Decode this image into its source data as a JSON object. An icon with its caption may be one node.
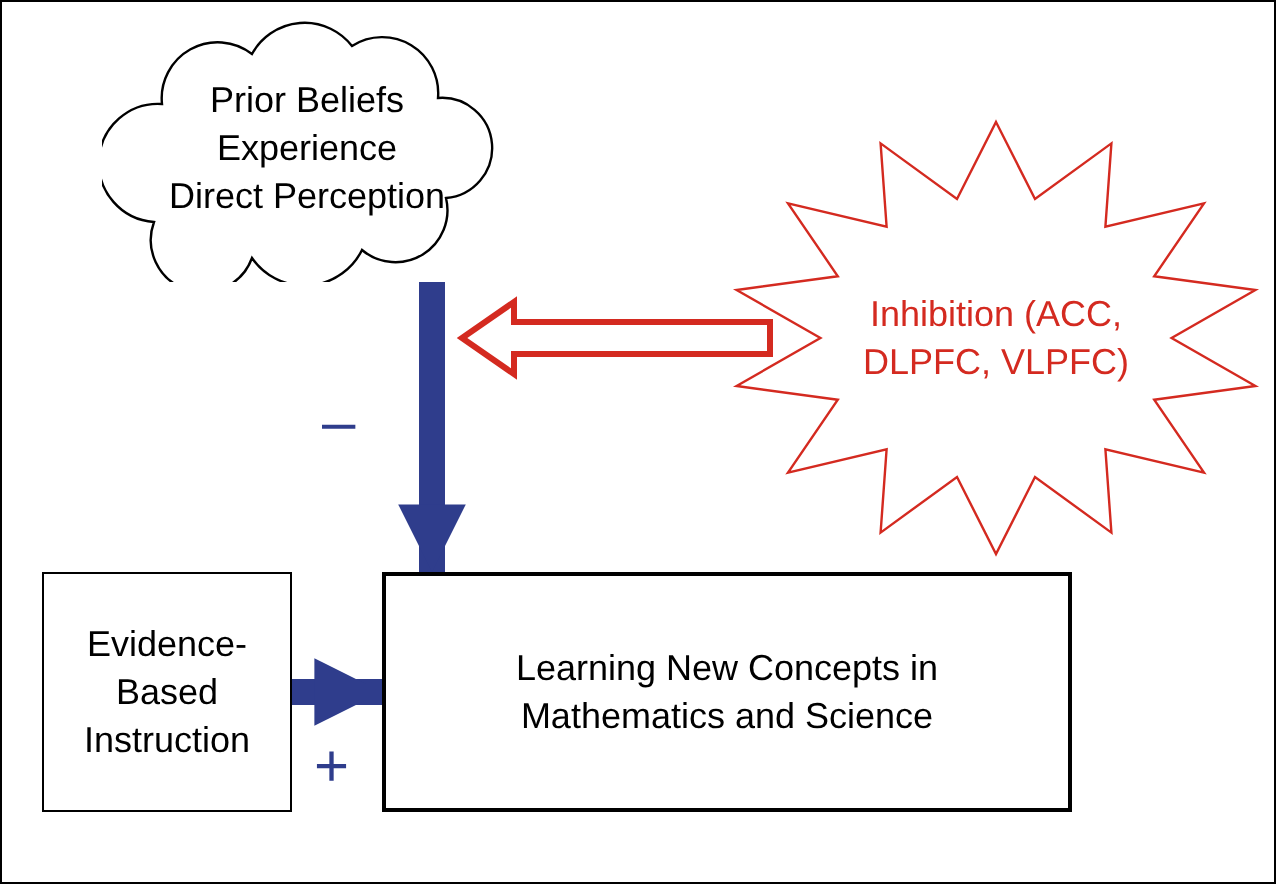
{
  "diagram": {
    "nodes": [
      {
        "text": [
          "Prior Beliefs",
          "Experience",
          "Direct Perception"
        ]
      },
      {
        "text": [
          "Inhibition (ACC, DLPFC, VLPFC)"
        ]
      },
      {
        "text": [
          "Evidence-Based Instruction"
        ]
      },
      {
        "text": [
          "Learning New Concepts in Mathematics and Science"
        ]
      }
    ],
    "edges": [
      {
        "from": 0,
        "to": 3,
        "arrow": "to",
        "label": "–"
      },
      {
        "from": 2,
        "to": 3,
        "arrow": "to",
        "label": "+"
      },
      {
        "from": 1,
        "to": null,
        "arrow": "to",
        "color": "#d42a20"
      }
    ]
  }
}
